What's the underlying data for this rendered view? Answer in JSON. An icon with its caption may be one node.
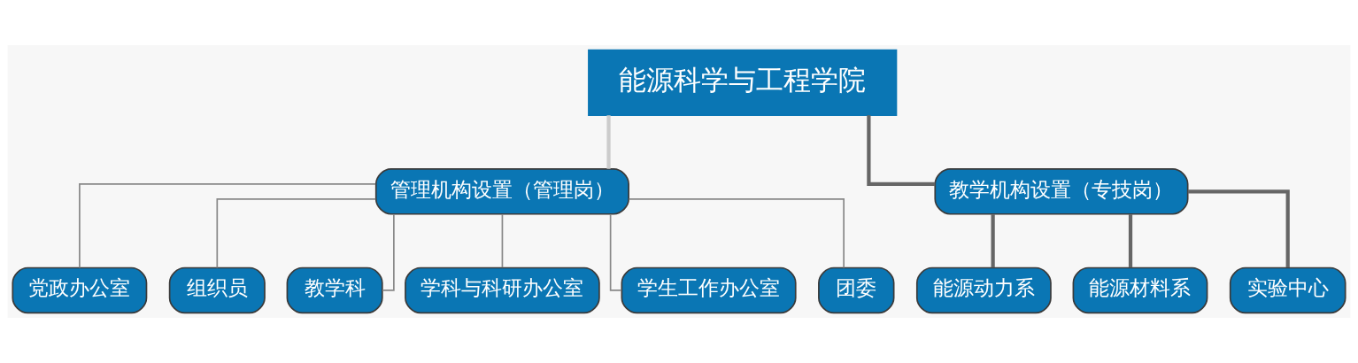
{
  "diagram": {
    "nodes": [
      {
        "text": [
          "能源科学与工程学院"
        ]
      },
      {
        "text": [
          "管理机构设置（管理岗）"
        ]
      },
      {
        "text": [
          "教学机构设置（专技岗）"
        ]
      },
      {
        "text": [
          "党政办公室"
        ]
      },
      {
        "text": [
          "组织员"
        ]
      },
      {
        "text": [
          "教学科"
        ]
      },
      {
        "text": [
          "学科与科研办公室"
        ]
      },
      {
        "text": [
          "学生工作办公室"
        ]
      },
      {
        "text": [
          "团委"
        ]
      },
      {
        "text": [
          "能源动力系"
        ]
      },
      {
        "text": [
          "能源材料系"
        ]
      },
      {
        "text": [
          "实验中心"
        ]
      }
    ],
    "edges": [
      {
        "from": 0,
        "to": 1,
        "arrow": "none",
        "style": "thick",
        "color": "#cccccc"
      },
      {
        "from": 0,
        "to": 2,
        "arrow": "none",
        "style": "thick",
        "color": "#666666"
      },
      {
        "from": 1,
        "to": 3,
        "arrow": "none"
      },
      {
        "from": 1,
        "to": 4,
        "arrow": "none"
      },
      {
        "from": 1,
        "to": 5,
        "arrow": "none"
      },
      {
        "from": 1,
        "to": 6,
        "arrow": "none"
      },
      {
        "from": 1,
        "to": 7,
        "arrow": "none"
      },
      {
        "from": 1,
        "to": 8,
        "arrow": "none"
      },
      {
        "from": 2,
        "to": 9,
        "arrow": "none",
        "style": "thick",
        "color": "#666666"
      },
      {
        "from": 2,
        "to": 10,
        "arrow": "none",
        "style": "thick",
        "color": "#666666"
      },
      {
        "from": 2,
        "to": 11,
        "arrow": "none",
        "style": "thick",
        "color": "#666666"
      }
    ]
  }
}
